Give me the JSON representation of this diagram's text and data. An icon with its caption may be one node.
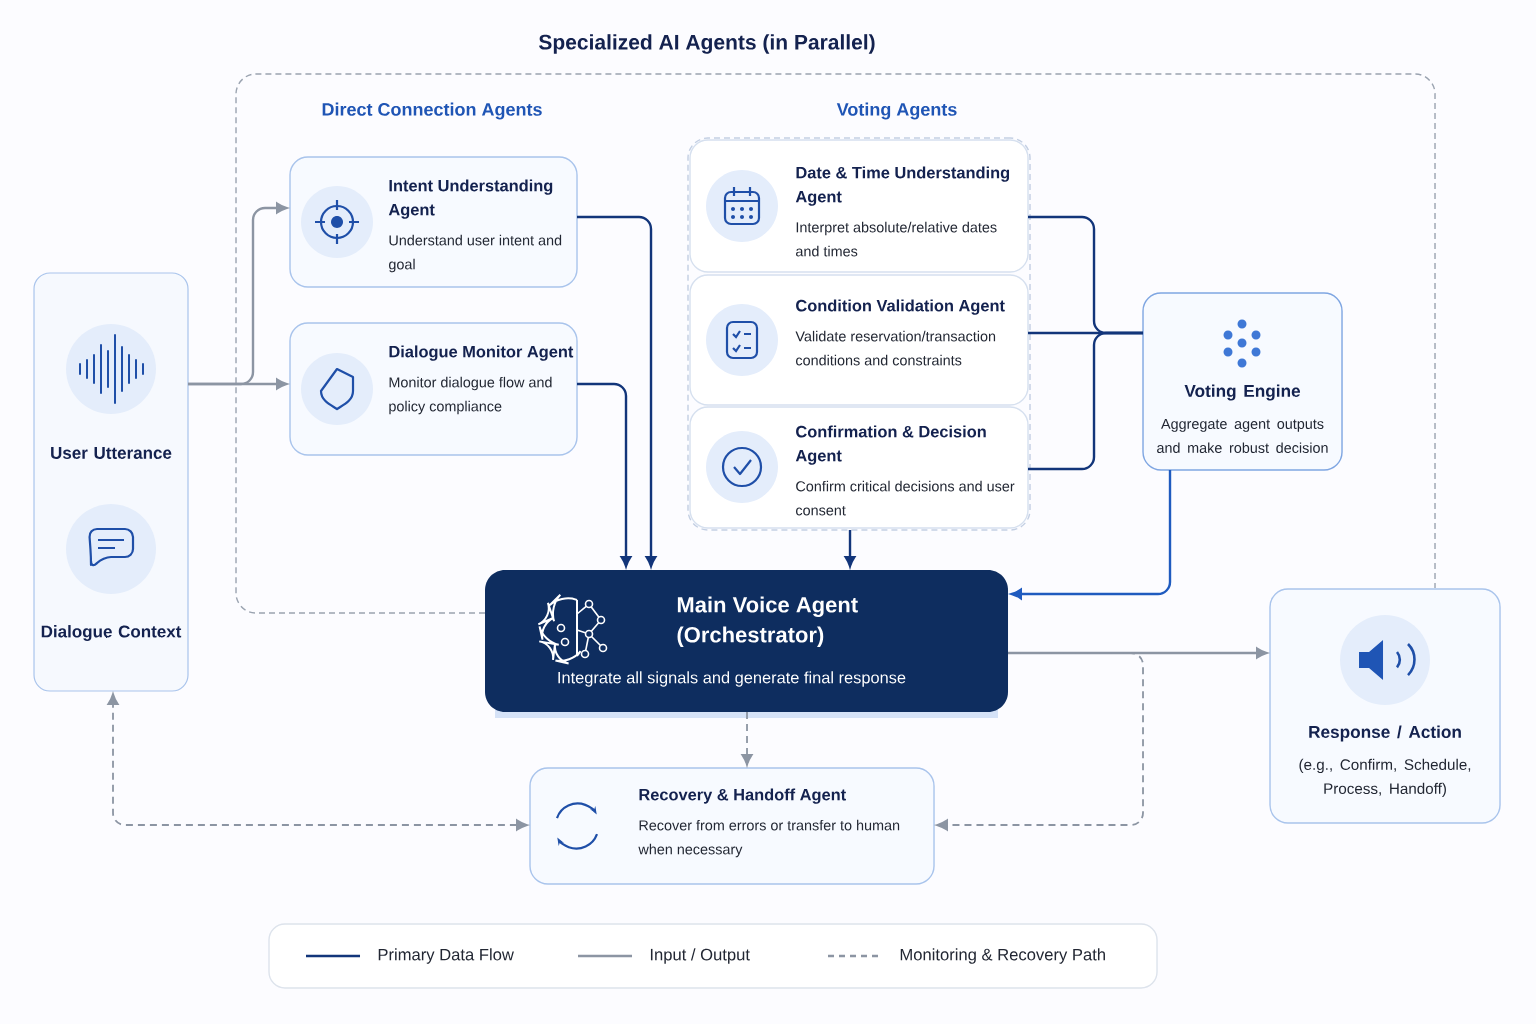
{
  "diagram": {
    "title": "Specialized AI Agents (in Parallel)",
    "nodes": [
      {
        "text": [],
        "shape": "box"
      },
      {
        "text": [],
        "shape": "box"
      },
      {
        "text": [
          "User Utterance"
        ],
        "in": 1
      },
      {
        "text": [
          "Dialogue Context"
        ],
        "in": 1
      },
      {
        "text": [
          "Intent Understanding Agent",
          "Understand user intent and goal"
        ],
        "in": 0
      },
      {
        "text": [
          "Dialogue Monitor Agent",
          "Monitor dialogue flow and policy compliance"
        ],
        "in": 0
      },
      {
        "text": [
          "Voting Agents"
        ],
        "in": 0
      },
      {
        "text": [
          "Date & Time Understanding Agent",
          "Interpret absolute/relative dates and times"
        ],
        "in": 6
      },
      {
        "text": [
          "Condition Validation Agent",
          "Validate reservation/transaction conditions and constraints"
        ],
        "in": 6
      },
      {
        "text": [
          "Confirmation & Decision Agent",
          "Confirm critical decisions and user consent"
        ],
        "in": 6
      },
      {
        "text": [
          "Voting Engine",
          "Aggregate agent outputs and make robust decision"
        ],
        "in": 0
      },
      {
        "text": [
          "Main Voice Agent (Orchestrator)",
          "Integrate all signals and generate final response"
        ]
      },
      {
        "text": [
          "Recovery & Handoff Agent",
          "Recover from errors or transfer to human when necessary"
        ]
      },
      {
        "text": [
          "Response / Action",
          "(e.g., Confirm, Schedule, Process, Handoff)"
        ]
      }
    ],
    "edges": [
      {
        "from": 1,
        "to": 4,
        "arrow": "to",
        "color": "#8c95a3"
      },
      {
        "from": 1,
        "to": 5,
        "arrow": "to",
        "color": "#8c95a3"
      },
      {
        "from": 4,
        "to": 11,
        "arrow": "to",
        "color": "#12357a"
      },
      {
        "from": 5,
        "to": 11,
        "arrow": "to",
        "color": "#12357a"
      },
      {
        "from": 7,
        "to": 10,
        "arrow": "none",
        "color": "#12357a"
      },
      {
        "from": 8,
        "to": 10,
        "arrow": "none",
        "color": "#12357a"
      },
      {
        "from": 9,
        "to": 10,
        "arrow": "none",
        "color": "#12357a"
      },
      {
        "from": 6,
        "to": 11,
        "arrow": "to",
        "color": "#12357a"
      },
      {
        "from": 10,
        "to": 11,
        "arrow": "to",
        "color": "#1f5bbf"
      },
      {
        "from": 11,
        "to": 13,
        "arrow": "to",
        "color": "#8c95a3"
      },
      {
        "from": 11,
        "to": 12,
        "arrow": "to",
        "style": "dashed",
        "color": "#8c95a3"
      },
      {
        "from": 12,
        "to": 1,
        "arrow": "both",
        "style": "dashed",
        "color": "#8c95a3"
      },
      {
        "from": 11,
        "to": 12,
        "arrow": "to",
        "style": "dashed",
        "color": "#8c95a3"
      }
    ],
    "labels": [
      "Direct Connection Agents"
    ],
    "legend": [
      {
        "text": "Primary Data Flow"
      },
      {
        "text": "Input / Output"
      },
      {
        "text": "Monitoring & Recovery Path"
      }
    ]
  }
}
